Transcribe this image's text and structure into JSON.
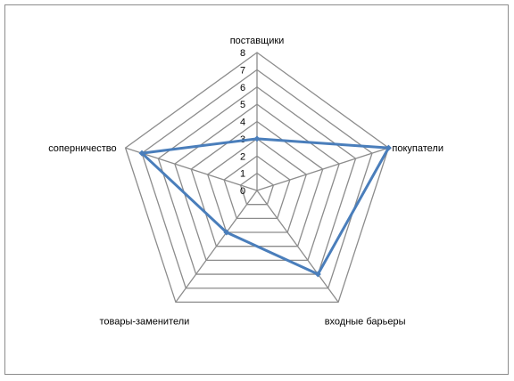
{
  "chart_data": {
    "type": "radar",
    "categories": [
      "поставщики",
      "покупатели",
      "входные барьеры",
      "товары-заменители",
      "соперничество"
    ],
    "series": [
      {
        "values": [
          3,
          8,
          6,
          3,
          7
        ]
      }
    ],
    "rlim": [
      0,
      8
    ],
    "ticks": [
      "0",
      "1",
      "2",
      "3",
      "4",
      "5",
      "6",
      "7",
      "8"
    ],
    "grid": true,
    "legend": "none"
  },
  "colors": {
    "grid": "#8c8c8c",
    "series": "#4a7ebb",
    "border": "#8c8c8c"
  }
}
